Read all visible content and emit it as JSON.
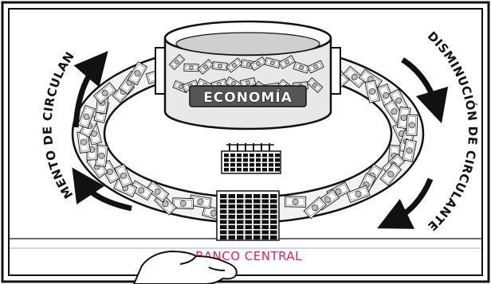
{
  "labels": {
    "aumento": "AUMENTO DE CIRCULANTE",
    "disminucion": "DISMINUCIÓN DE CIRCULANTE",
    "economia": "ECONOMÍA",
    "banco": "BANCO CENTRAL"
  },
  "colors": {
    "ink": "#111111",
    "bank_label": "#e0225a",
    "background": "#ffffff"
  },
  "icons": {
    "arrows": "curved-arrow",
    "bills": "banknote",
    "hand": "pointing-hand"
  }
}
